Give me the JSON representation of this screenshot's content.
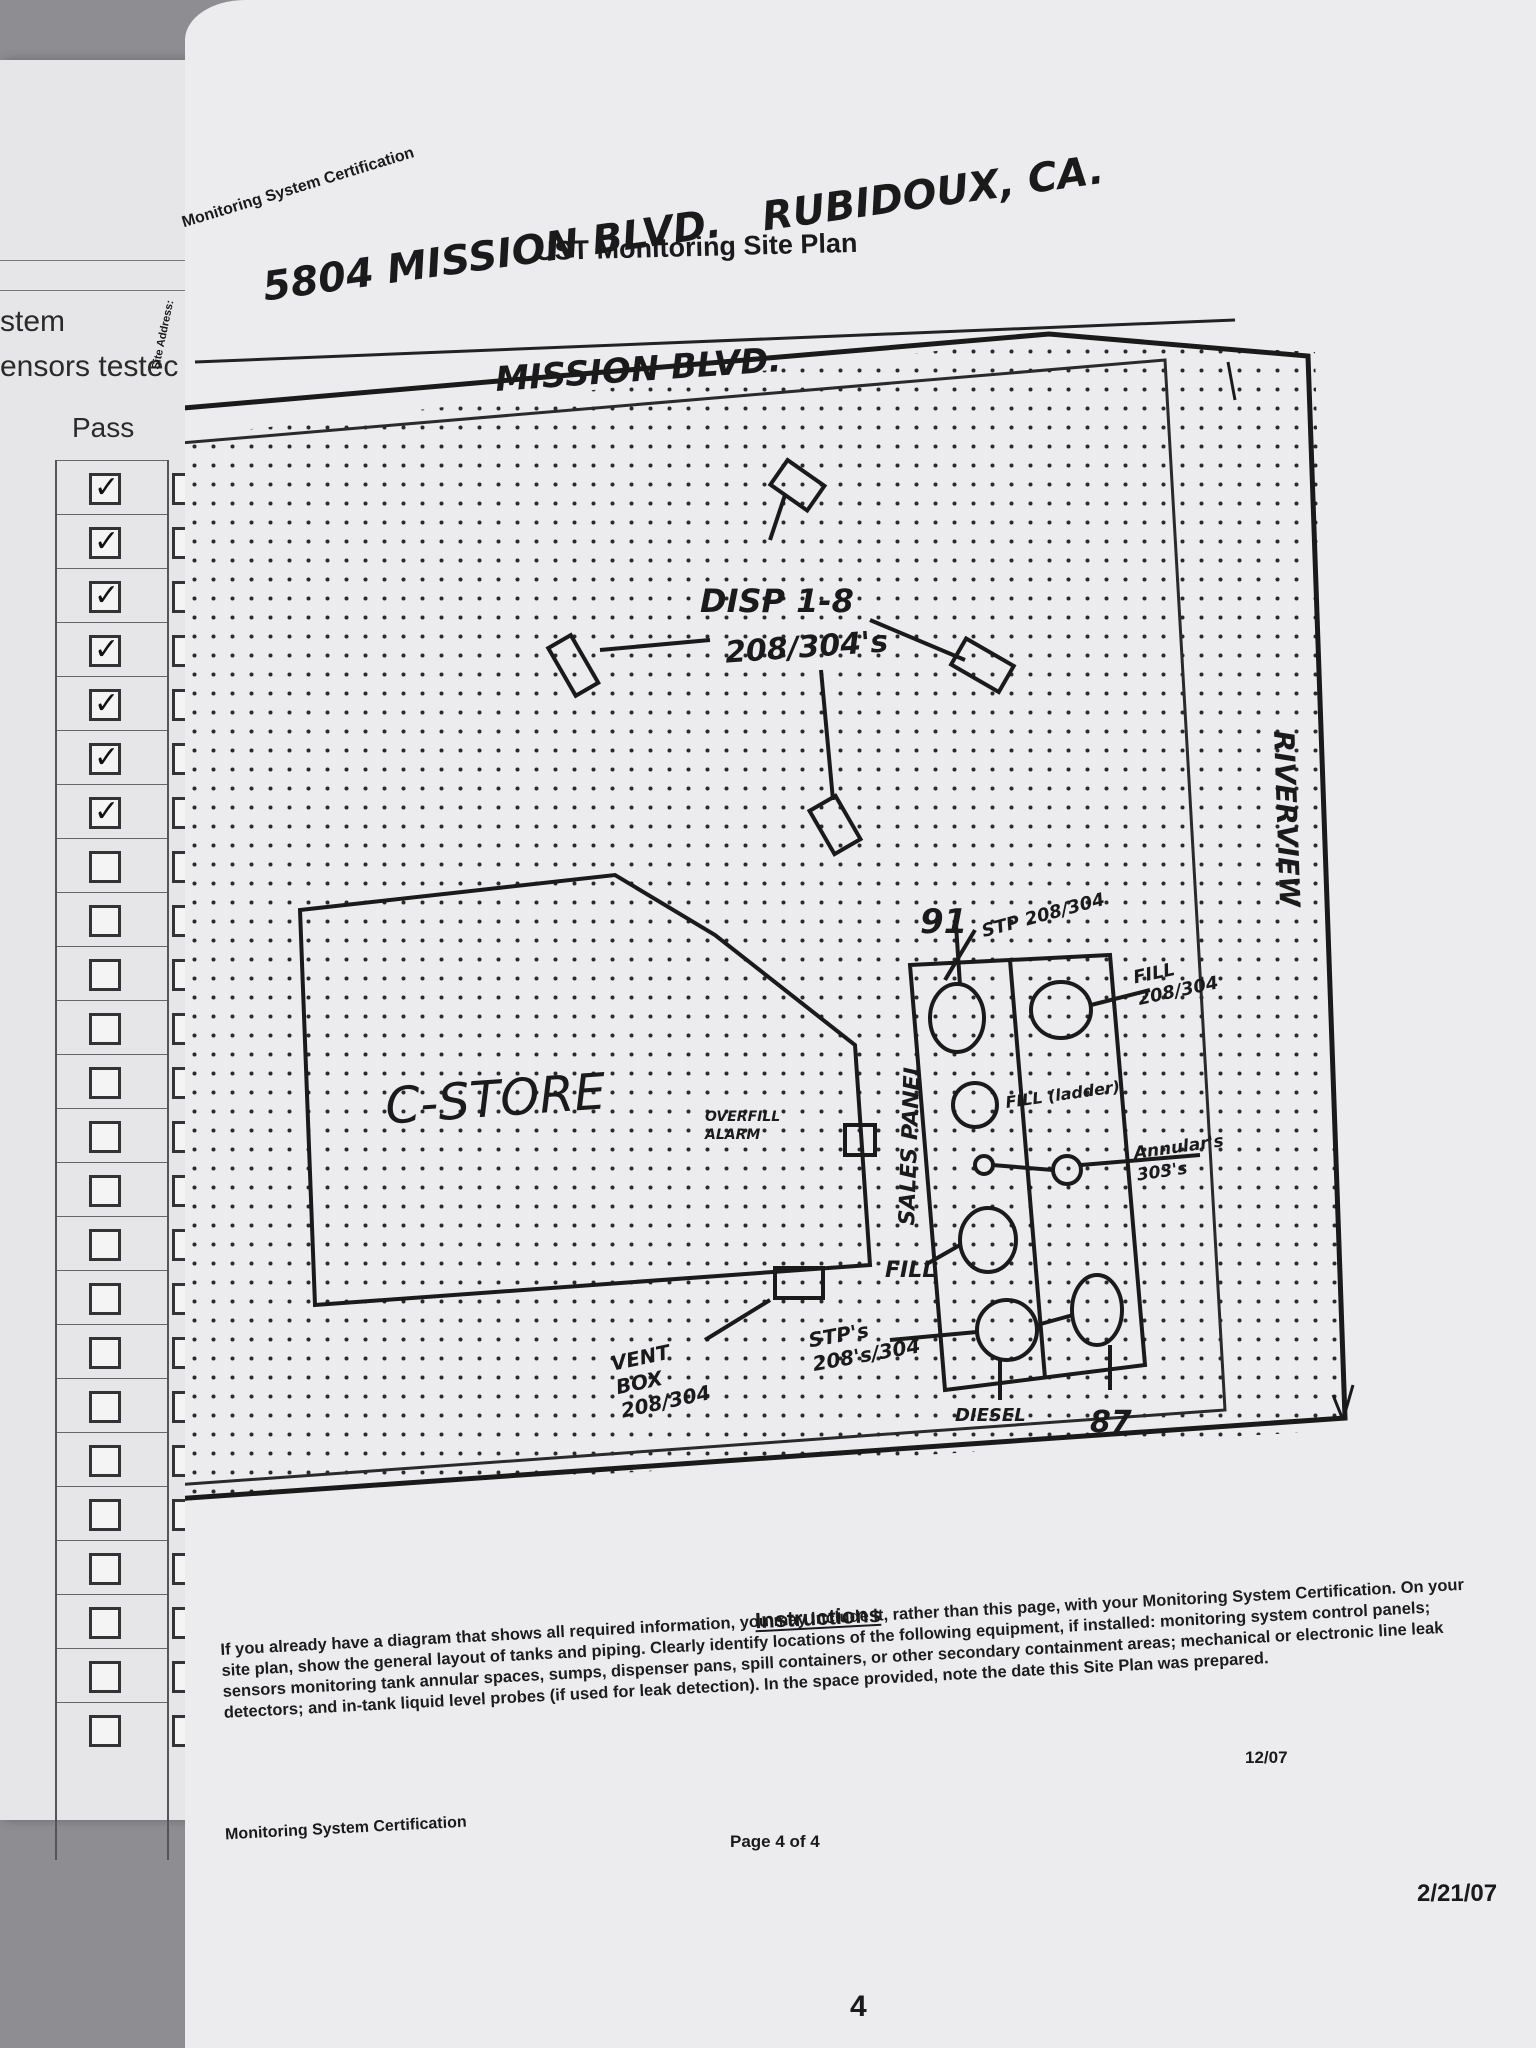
{
  "left_sheet": {
    "partial_text_1": "stem",
    "partial_text_2": "ensors testec",
    "column_header": "Pass",
    "checkbox_states": [
      true,
      true,
      true,
      true,
      true,
      true,
      true,
      false,
      false,
      false,
      false,
      false,
      false,
      false,
      false,
      false,
      false,
      false,
      false,
      false,
      false,
      false,
      false,
      false
    ]
  },
  "page": {
    "header_left": "Monitoring System Certification",
    "title": "UST Monitoring Site Plan",
    "site_address_label": "Site Address:",
    "site_address_value": "5804 MISSION BLVD.   RUBIDOUX, CA.",
    "sketch_labels": {
      "street_top": "MISSION BLVD.",
      "street_right": "RIVERVIEW",
      "dispensers": "DISP 1-8",
      "dispenser_sensors": "208/304's",
      "building": "C-STORE",
      "overfill_alarm": "OVERFILL ALARM",
      "sales_panel": "SALES PANEL",
      "tank_91": "91",
      "stp_top": "STP 208/304",
      "fill_top": "FILL 208/304",
      "fill_mid": "FILL (ladder)",
      "annulars": "Annular's 303's",
      "fill_bottom": "FILL",
      "vent_box": "VENT BOX 208/304",
      "stp_bottom": "STP's 208's/304",
      "diesel": "DIESEL",
      "tank_87": "87"
    },
    "instructions": {
      "heading": "Instructions",
      "body": "If you already have a diagram that shows all required information, you may include it, rather than this page, with your Monitoring System Certification. On your site plan, show the general layout of tanks and piping. Clearly identify locations of the following equipment, if installed: monitoring system control panels; sensors monitoring tank annular spaces, sumps, dispenser pans, spill containers, or other secondary containment areas; mechanical or electronic line leak detectors; and in-tank liquid level probes (if used for leak detection). In the space provided, note the date this Site Plan was prepared."
    },
    "rev": "12/07",
    "footer_left": "Monitoring System Certification",
    "footer_center": "Page 4 of 4",
    "footer_right": "2/21/07",
    "page_number": "4"
  }
}
